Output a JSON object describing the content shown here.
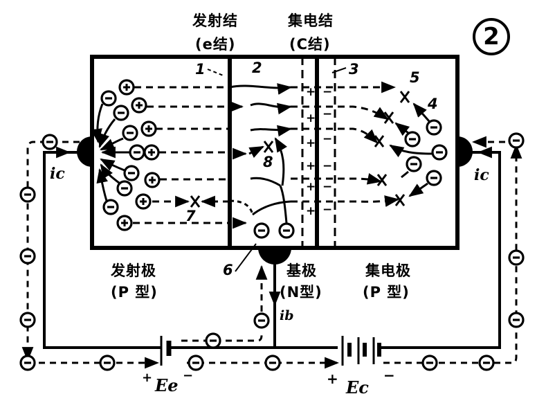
{
  "figure": {
    "number": "2"
  },
  "junctions": {
    "emitter_junction": {
      "title": "发射结",
      "subtitle": "(e结)"
    },
    "collector_junction": {
      "title": "集电结",
      "subtitle": "(C结)"
    }
  },
  "regions": {
    "emitter": {
      "name": "发射极",
      "type": "(P 型)"
    },
    "base": {
      "name": "基极",
      "type": "(N型)"
    },
    "collector": {
      "name": "集电极",
      "type": "(P 型)"
    }
  },
  "callouts": [
    "1",
    "2",
    "3",
    "4",
    "5",
    "6",
    "7",
    "8"
  ],
  "currents": {
    "ic_left": "ic",
    "ic_right": "ic",
    "ib": "ib"
  },
  "batteries": {
    "emitter": {
      "label": "Ee",
      "plus": "+",
      "minus": "−"
    },
    "collector": {
      "label": "Ec",
      "plus": "+",
      "minus": "−"
    }
  },
  "symbols": {
    "electron": "⊖",
    "hole": "⊕",
    "recombination": "×",
    "plus_charge": "+",
    "minus_charge": "−"
  },
  "colors": {
    "ink": "#000000",
    "paper": "#ffffff"
  }
}
